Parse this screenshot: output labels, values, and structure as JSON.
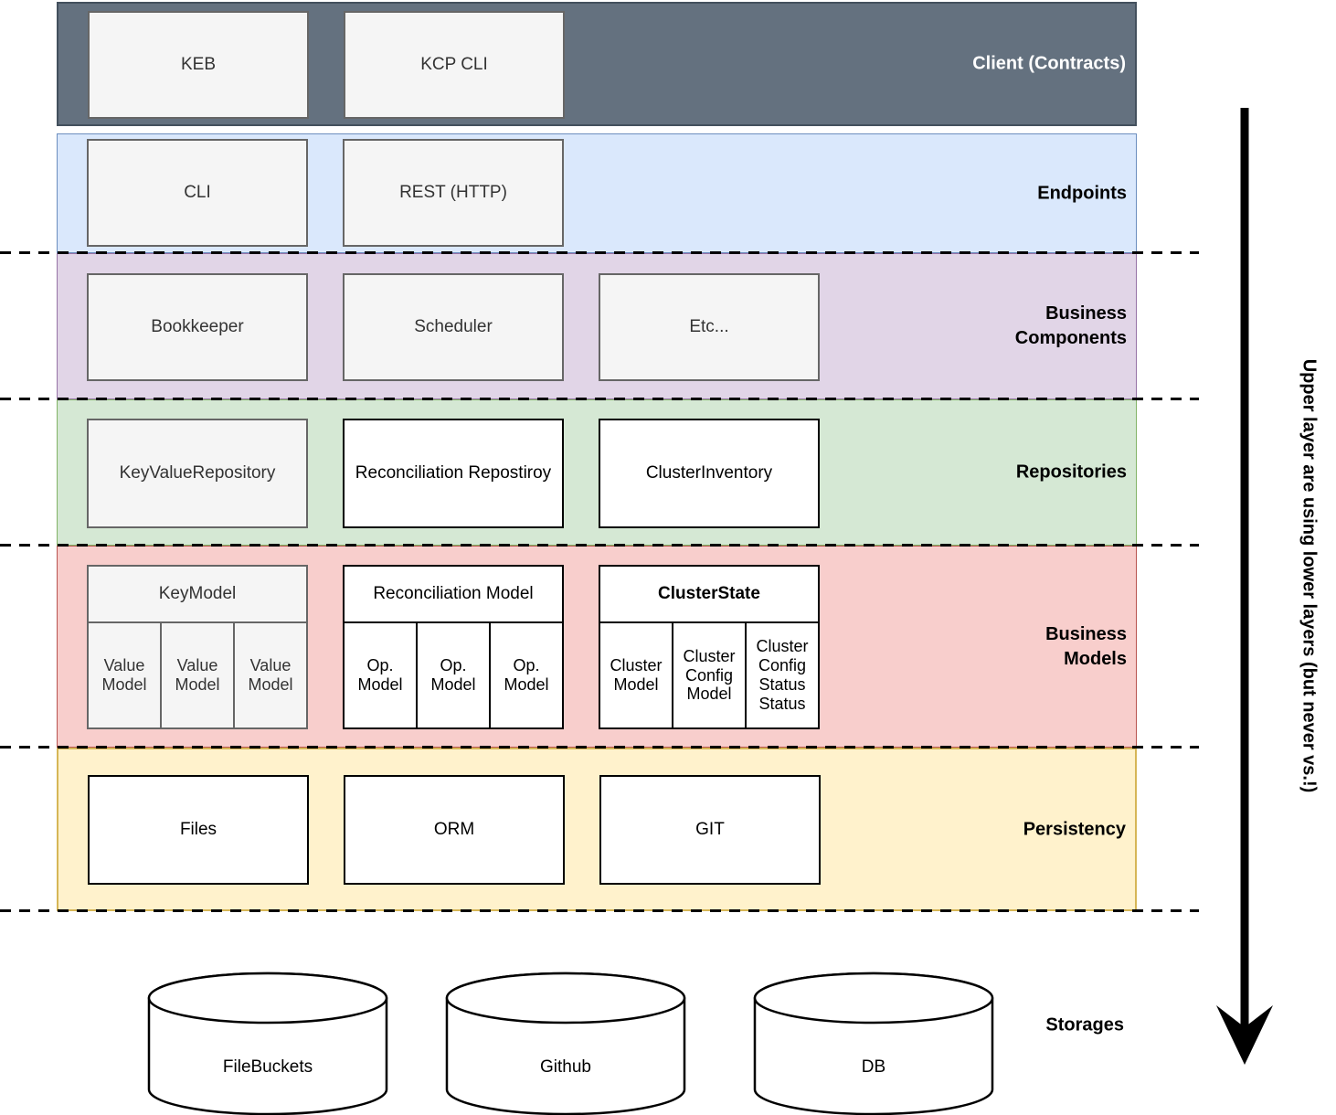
{
  "layers": {
    "client": {
      "label": "Client (Contracts)",
      "fill": "#64717f",
      "boxes": [
        "KEB",
        "KCP CLI"
      ]
    },
    "endpoints": {
      "label": "Endpoints",
      "fill": "#dae8fc",
      "boxes": [
        "CLI",
        "REST (HTTP)"
      ]
    },
    "business_components": {
      "label": "Business Components",
      "fill": "#e1d5e7",
      "boxes": [
        "Bookkeeper",
        "Scheduler",
        "Etc..."
      ]
    },
    "repositories": {
      "label": "Repositories",
      "fill": "#d5e8d4",
      "boxes": [
        "KeyValueRepository",
        "Reconciliation Repostiroy",
        "ClusterInventory"
      ]
    },
    "business_models": {
      "label": "Business Models",
      "fill": "#f8cecc",
      "groups": [
        {
          "title": "KeyModel",
          "cells": [
            "Value Model",
            "Value Model",
            "Value Model"
          ]
        },
        {
          "title": "Reconciliation Model",
          "cells": [
            "Op. Model",
            "Op. Model",
            "Op. Model"
          ]
        },
        {
          "title": "ClusterState",
          "cells": [
            "Cluster Model",
            "Cluster Config Model",
            "Cluster Config Status Status"
          ]
        }
      ]
    },
    "persistency": {
      "label": "Persistency",
      "fill": "#fff2cc",
      "boxes": [
        "Files",
        "ORM",
        "GIT"
      ]
    }
  },
  "storages": {
    "label": "Storages",
    "cylinders": [
      "FileBuckets",
      "Github",
      "DB"
    ]
  },
  "side_note": "Upper layer are using lower layers (but never vs.!)",
  "colors": {
    "gray_box_fill": "#f5f5f5",
    "gray_box_border": "#666666",
    "white_box_border": "#000000",
    "client_layer_fill": "#64717f",
    "endpoints_border": "#6c8ebf",
    "business_components_border": "#9673a6",
    "repositories_border": "#82b366",
    "business_models_border": "#b85450",
    "persistency_border": "#d6b656"
  }
}
